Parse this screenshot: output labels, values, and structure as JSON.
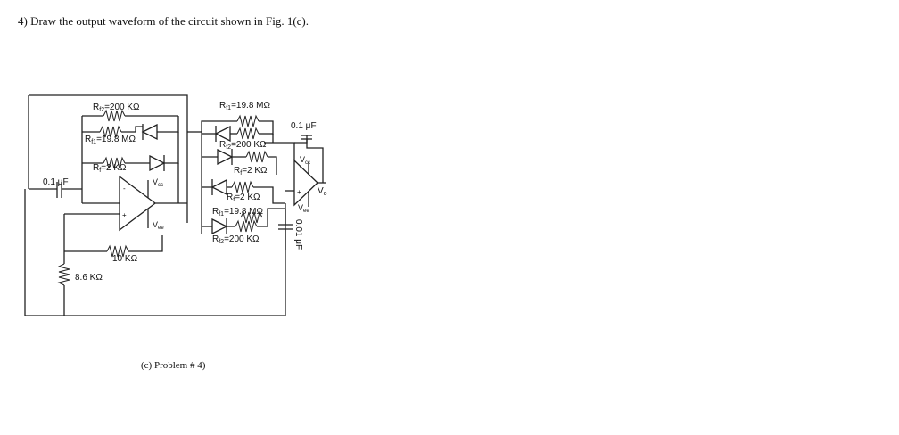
{
  "question": "4) Draw the output waveform of the circuit shown in Fig. 1(c).",
  "caption": "(c) Problem # 4)",
  "labels": {
    "rf2_left": "R",
    "rf2_left_sub": "f2",
    "rf2_left_val": "=200 KΩ",
    "rf1_left": "R",
    "rf1_left_sub": "f1",
    "rf1_left_val": "=19.8 MΩ",
    "rf_left": "R",
    "rf_left_sub": "f",
    "rf_left_val": "=2 KΩ",
    "c_left": "0.1 μF",
    "vcc_left": "V",
    "vcc_left_sub": "cc",
    "vee_left": "V",
    "vee_left_sub": "ee",
    "r_10k": "10 KΩ",
    "r_8k6": "8.6 KΩ",
    "rf1_top": "R",
    "rf1_top_sub": "f1",
    "rf1_top_val": "=19.8 MΩ",
    "rf2_mid": "R",
    "rf2_mid_sub": "f2",
    "rf2_mid_val": "=200 KΩ",
    "rf_mid": "R",
    "rf_mid_sub": "f",
    "rf_mid_val": "=2 KΩ",
    "rf_low": "R",
    "rf_low_sub": "f",
    "rf_low_val": "=2 KΩ",
    "rf1_low": "R",
    "rf1_low_sub": "f1",
    "rf1_low_val": "=19.8 MΩ",
    "rf2_low": "R",
    "rf2_low_sub": "f2",
    "rf2_low_val": "=200 KΩ",
    "c_right": "0.1 μF",
    "vcc_right": "V",
    "vcc_right_sub": "cc",
    "vee_right": "V",
    "vee_right_sub": "ee",
    "vo": "V",
    "vo_sub": "o",
    "c_vertical": "0.01 μF",
    "plus_left": "+",
    "minus_left": "-",
    "plus_right": "+",
    "minus_right": "-"
  }
}
